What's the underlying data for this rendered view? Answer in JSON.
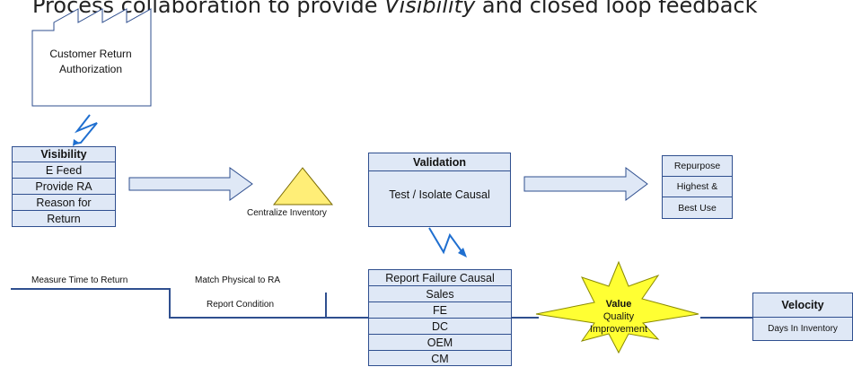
{
  "header": {
    "title_start": "Process collaboration to provide ",
    "title_emphasis": "Visibility",
    "title_end": " and closed loop feedback"
  },
  "factory": {
    "line1": "Customer Return",
    "line2": "Authorization"
  },
  "visibility": {
    "items": [
      "Visibility",
      "E Feed",
      "Provide RA",
      "Reason for",
      "Return"
    ]
  },
  "centralize": {
    "label": "Centralize Inventory"
  },
  "validation": {
    "title": "Validation",
    "body": "Test / Isolate Causal"
  },
  "repurpose": {
    "items": [
      "Repurpose",
      "Highest &",
      "Best Use"
    ]
  },
  "timeline": {
    "measure": "Measure Time to Return",
    "match": "Match Physical to RA",
    "report_condition": "Report Condition"
  },
  "report": {
    "items": [
      "Report Failure Causal",
      "Sales",
      "FE",
      "DC",
      "OEM",
      "CM"
    ]
  },
  "value_star": {
    "title": "Value",
    "line1": "Quality",
    "line2": "Improvement"
  },
  "velocity": {
    "title": "Velocity",
    "body": "Days In Inventory"
  },
  "colors": {
    "box_fill": "#dfe8f6",
    "box_border": "#2f4f8f",
    "star_fill": "#ffff33",
    "triangle_fill": "#ffee77",
    "lightning": "#1f6fd0"
  }
}
